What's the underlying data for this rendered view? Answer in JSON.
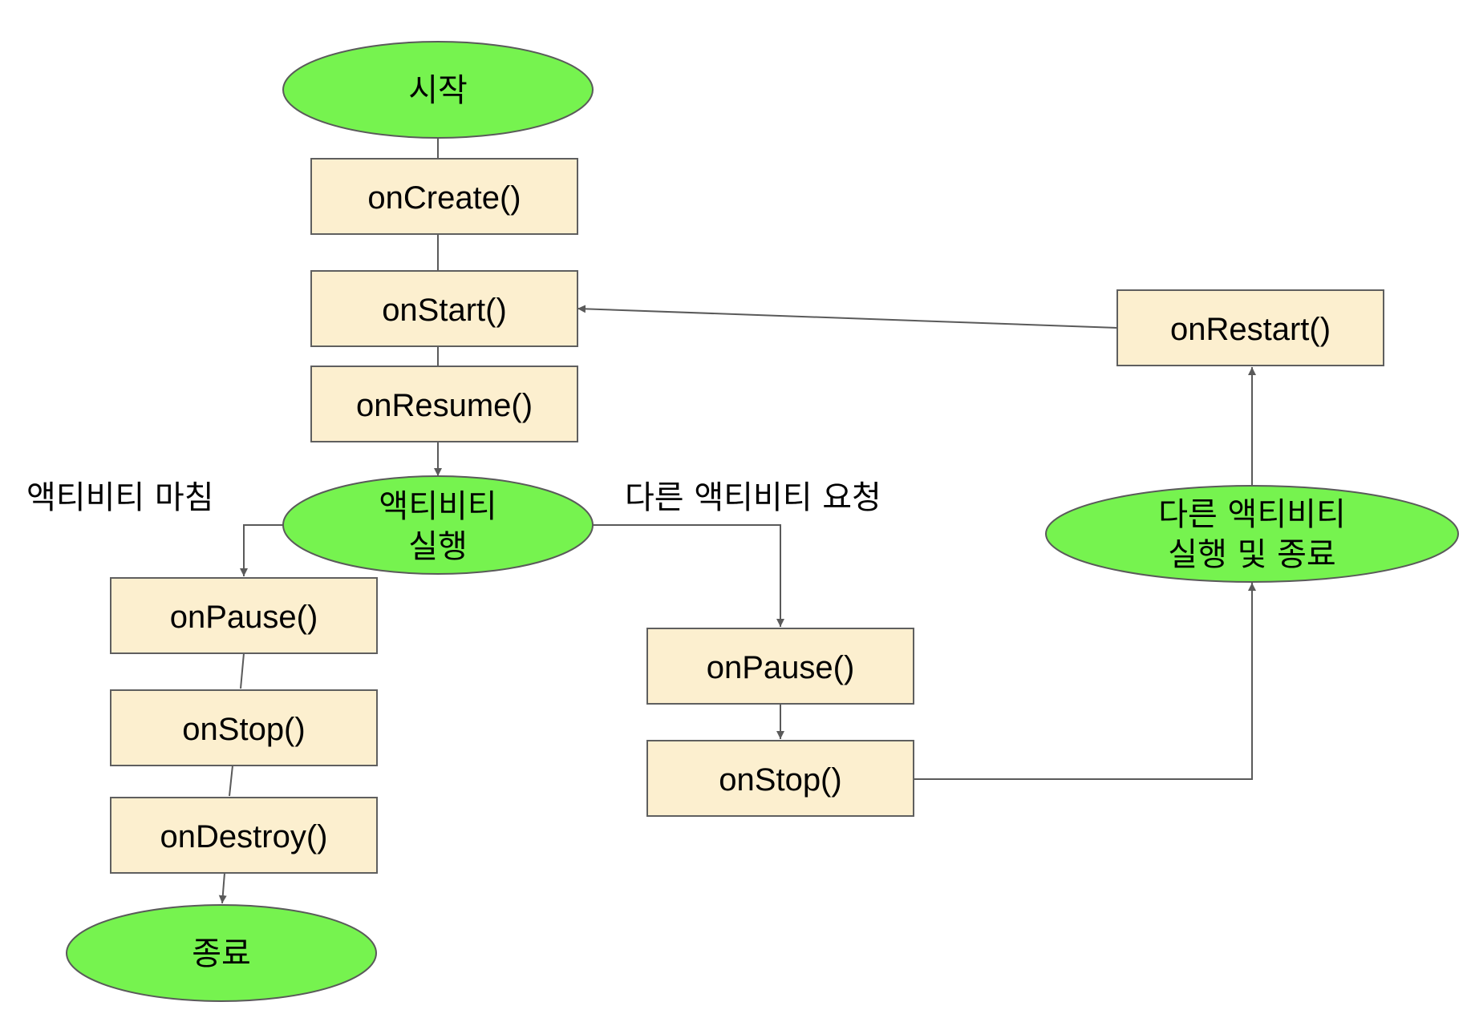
{
  "nodes": {
    "start": "시작",
    "on_create": "onCreate()",
    "on_start": "onStart()",
    "on_resume": "onResume()",
    "running_line1": "액티비티",
    "running_line2": "실행",
    "left_on_pause": "onPause()",
    "left_on_stop": "onStop()",
    "on_destroy": "onDestroy()",
    "end": "종료",
    "right_on_pause": "onPause()",
    "right_on_stop": "onStop()",
    "on_restart": "onRestart()",
    "other_line1": "다른 액티비티",
    "other_line2": "실행 및 종료"
  },
  "labels": {
    "finish": "액티비티 마침",
    "other_request": "다른 액티비티 요청"
  },
  "colors": {
    "oval_fill": "#76f34f",
    "box_fill": "#fcefcf",
    "stroke": "#5a5a5a"
  }
}
